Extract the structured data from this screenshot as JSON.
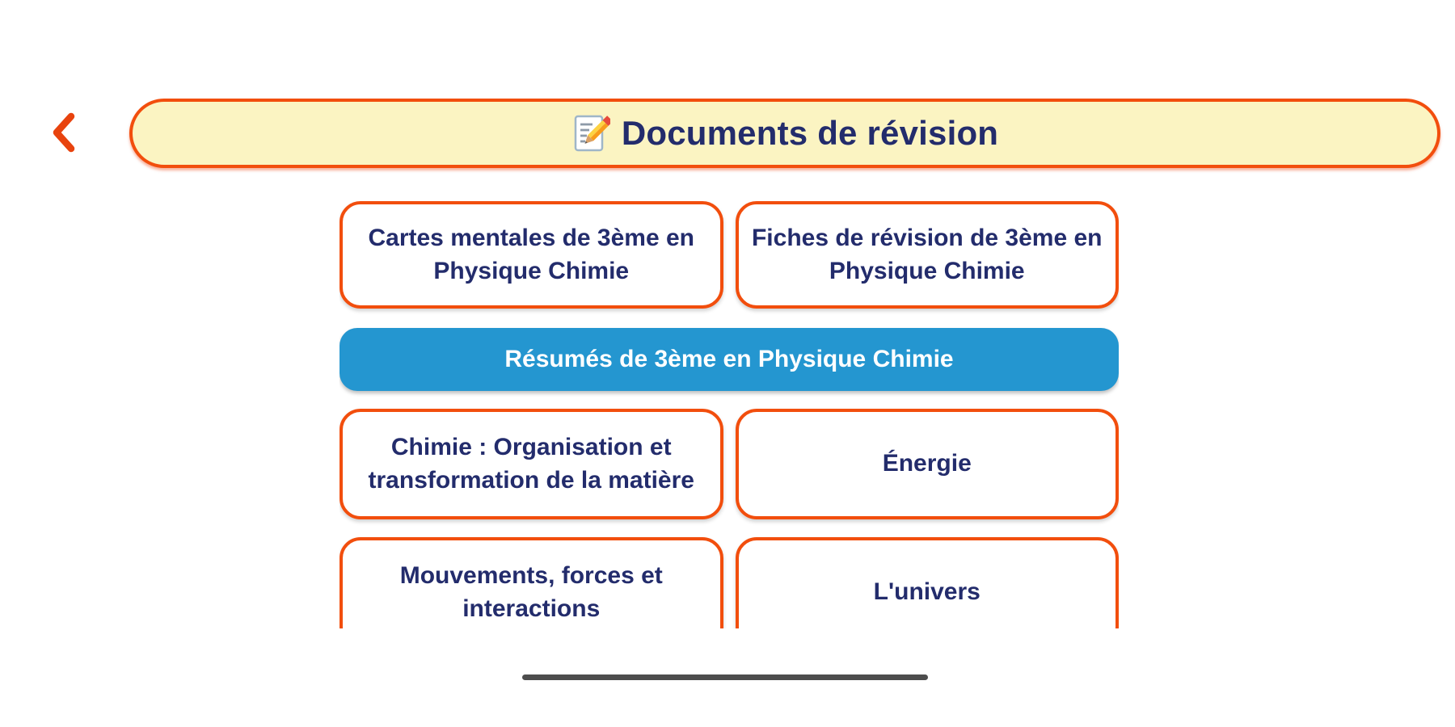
{
  "colors": {
    "accent_border": "#F24E0D",
    "back_chevron": "#E8430E",
    "banner_bg": "#FBF4C2",
    "navy_text": "#232C6C",
    "card_bg": "#FFFFFF",
    "highlight_bg": "#2496D0",
    "highlight_text": "#FFFFFF",
    "home_indicator": "#4D4D4D"
  },
  "header": {
    "back": {
      "icon": "chevron-left-icon"
    },
    "banner": {
      "icon": "memo-icon",
      "title": "Documents de révision"
    }
  },
  "topics": {
    "row1": {
      "left": {
        "label": "Cartes mentales de 3ème en\nPhysique Chimie"
      },
      "right": {
        "label": "Fiches de révision de 3ème en\nPhysique Chimie"
      }
    },
    "highlight": {
      "label": "Résumés de 3ème en Physique Chimie"
    },
    "row2": {
      "left": {
        "label": "Chimie : Organisation et\ntransformation de la matière"
      },
      "right": {
        "label": "Énergie"
      }
    },
    "row3": {
      "left": {
        "label": "Mouvements, forces et\ninteractions"
      },
      "right": {
        "label": "L'univers"
      }
    }
  },
  "system": {
    "home_indicator": {
      "type": "gesture-bar"
    }
  }
}
